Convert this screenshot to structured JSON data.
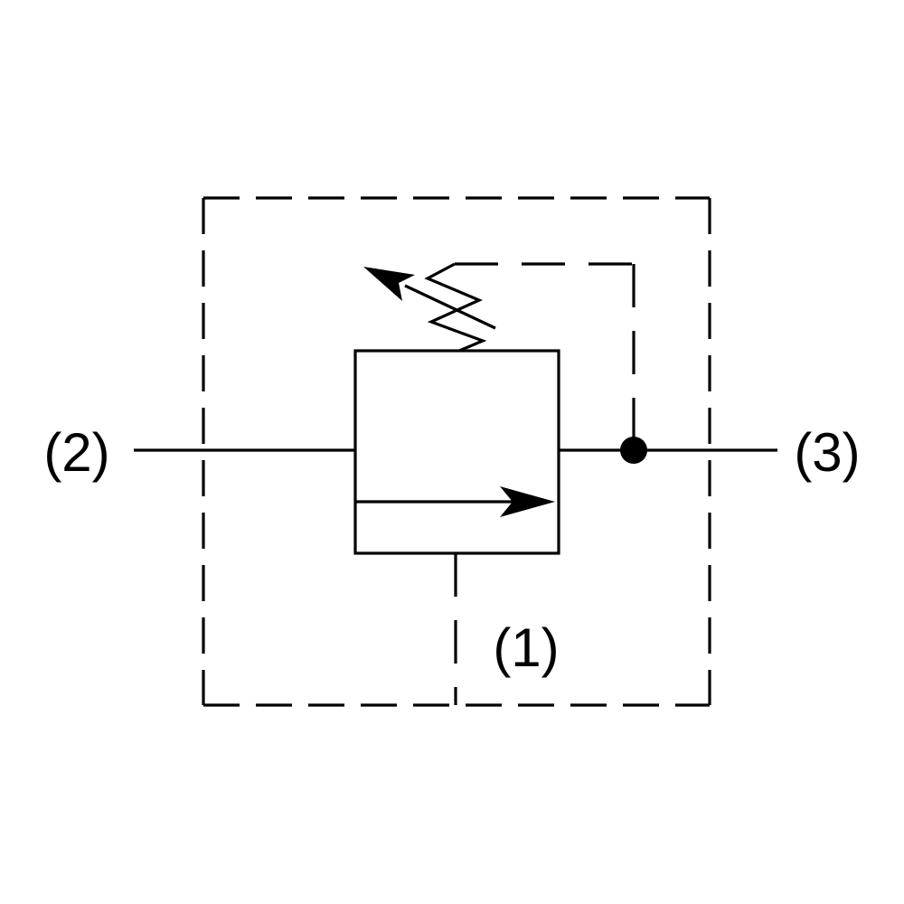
{
  "diagram": {
    "kind": "hydraulic-valve-schematic",
    "labels": {
      "port_left": "(2)",
      "port_right": "(3)",
      "port_bottom": "(1)"
    },
    "colors": {
      "line": "#000000",
      "background": "#ffffff"
    },
    "symbols": [
      "dashed-envelope",
      "valve-body",
      "flow-arrow",
      "adjustable-spring",
      "adjustment-arrow",
      "pilot-line-dashed",
      "junction-dot",
      "port-lines"
    ]
  }
}
